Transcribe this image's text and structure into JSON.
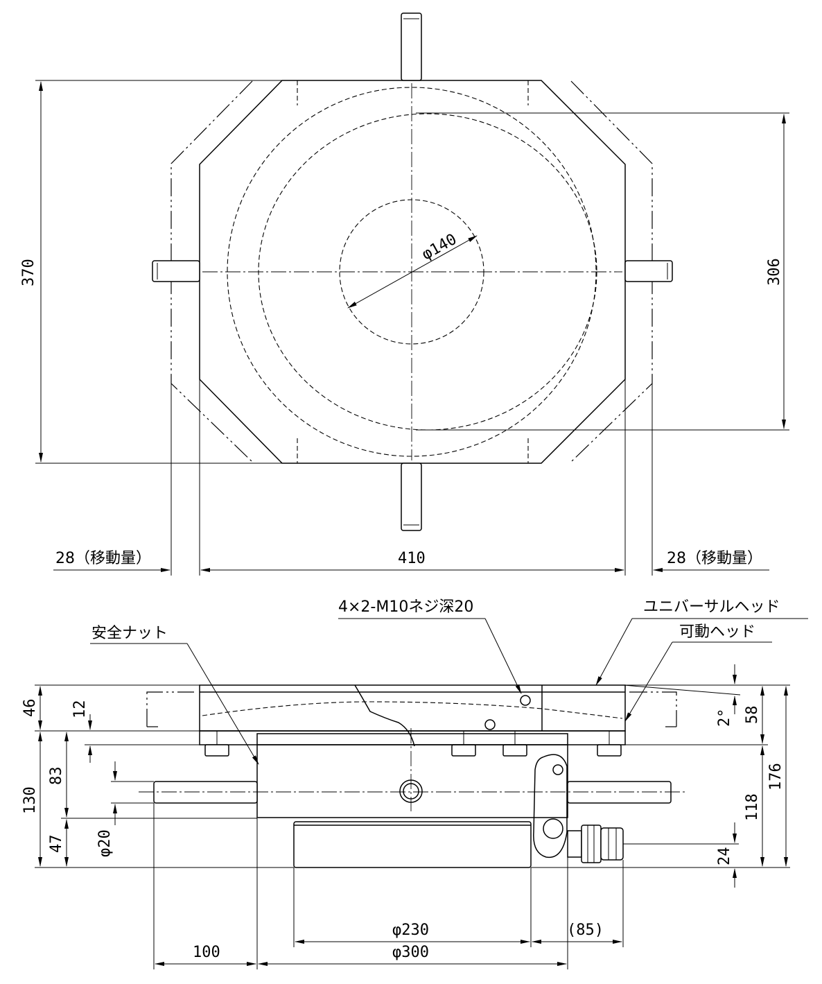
{
  "top_view": {
    "dim_height_outer": "370",
    "dim_height_inner": "306",
    "dim_circle": "φ140",
    "dim_width": "410",
    "dim_travel_left": "28（移動量）",
    "dim_travel_right": "28（移動量）"
  },
  "side_view": {
    "label_safety_nut": "安全ナット",
    "label_tapped_holes": "4×2-M10ネジ深20",
    "label_universal_head": "ユニバーサルヘッド",
    "label_movable_head": "可動ヘッド",
    "dim_46": "46",
    "dim_12": "12",
    "dim_130": "130",
    "dim_83": "83",
    "dim_47": "47",
    "dim_phi20": "φ20",
    "dim_2deg": "2°",
    "dim_58": "58",
    "dim_176": "176",
    "dim_118": "118",
    "dim_24": "24",
    "dim_phi230": "φ230",
    "dim_85": "(85)",
    "dim_100": "100",
    "dim_phi300": "φ300"
  }
}
